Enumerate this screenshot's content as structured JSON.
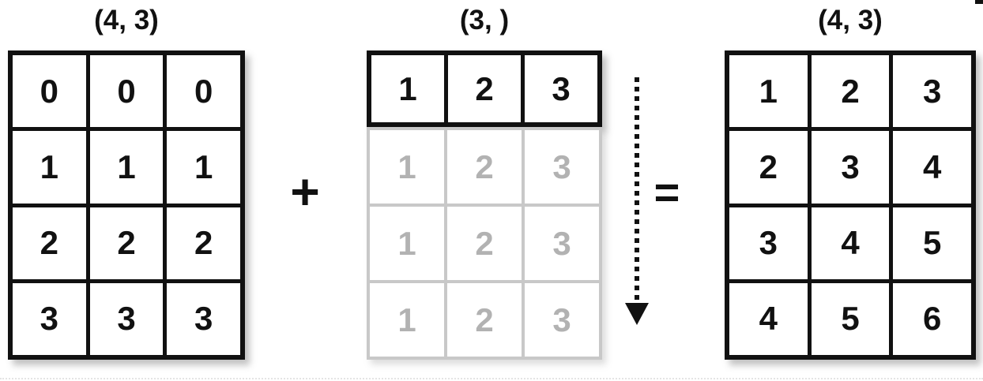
{
  "labels": {
    "left_shape": "(4, 3)",
    "middle_shape": "(3, )",
    "right_shape": "(4, 3)"
  },
  "operators": {
    "plus": "+",
    "equals": "="
  },
  "matrices": {
    "left": {
      "rows": [
        [
          0,
          0,
          0
        ],
        [
          1,
          1,
          1
        ],
        [
          2,
          2,
          2
        ],
        [
          3,
          3,
          3
        ]
      ]
    },
    "middle": {
      "active_row": [
        1,
        2,
        3
      ],
      "broadcast_rows": [
        [
          1,
          2,
          3
        ],
        [
          1,
          2,
          3
        ],
        [
          1,
          2,
          3
        ]
      ]
    },
    "right": {
      "rows": [
        [
          1,
          2,
          3
        ],
        [
          2,
          3,
          4
        ],
        [
          3,
          4,
          5
        ],
        [
          4,
          5,
          6
        ]
      ]
    }
  },
  "colors": {
    "ink": "#111111",
    "ghost_text": "#b2b2b2",
    "ghost_border": "#c8c8c8"
  }
}
